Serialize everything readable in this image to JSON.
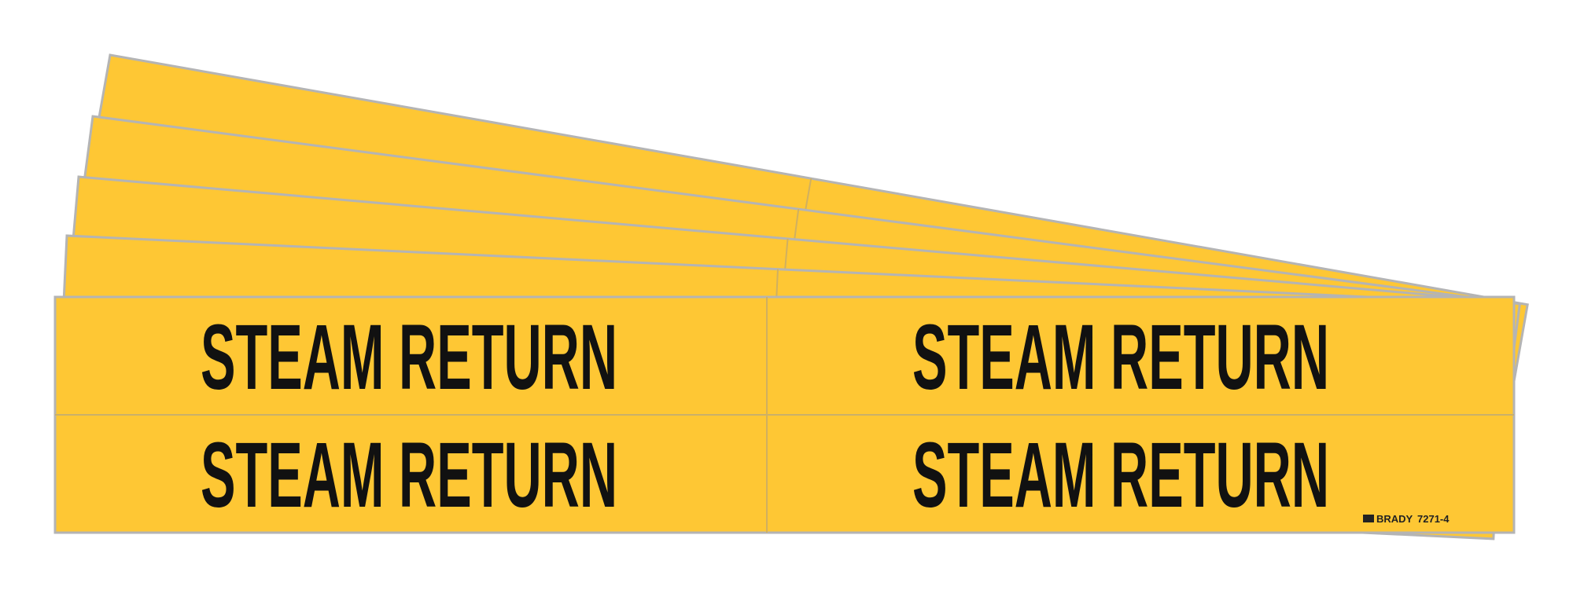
{
  "product": {
    "marker_text": "STEAM RETURN",
    "brand": "BRADY",
    "part_number": "7271-4",
    "colors": {
      "background": "#fec734",
      "text": "#111111",
      "edge": "#b4b4b4"
    }
  }
}
